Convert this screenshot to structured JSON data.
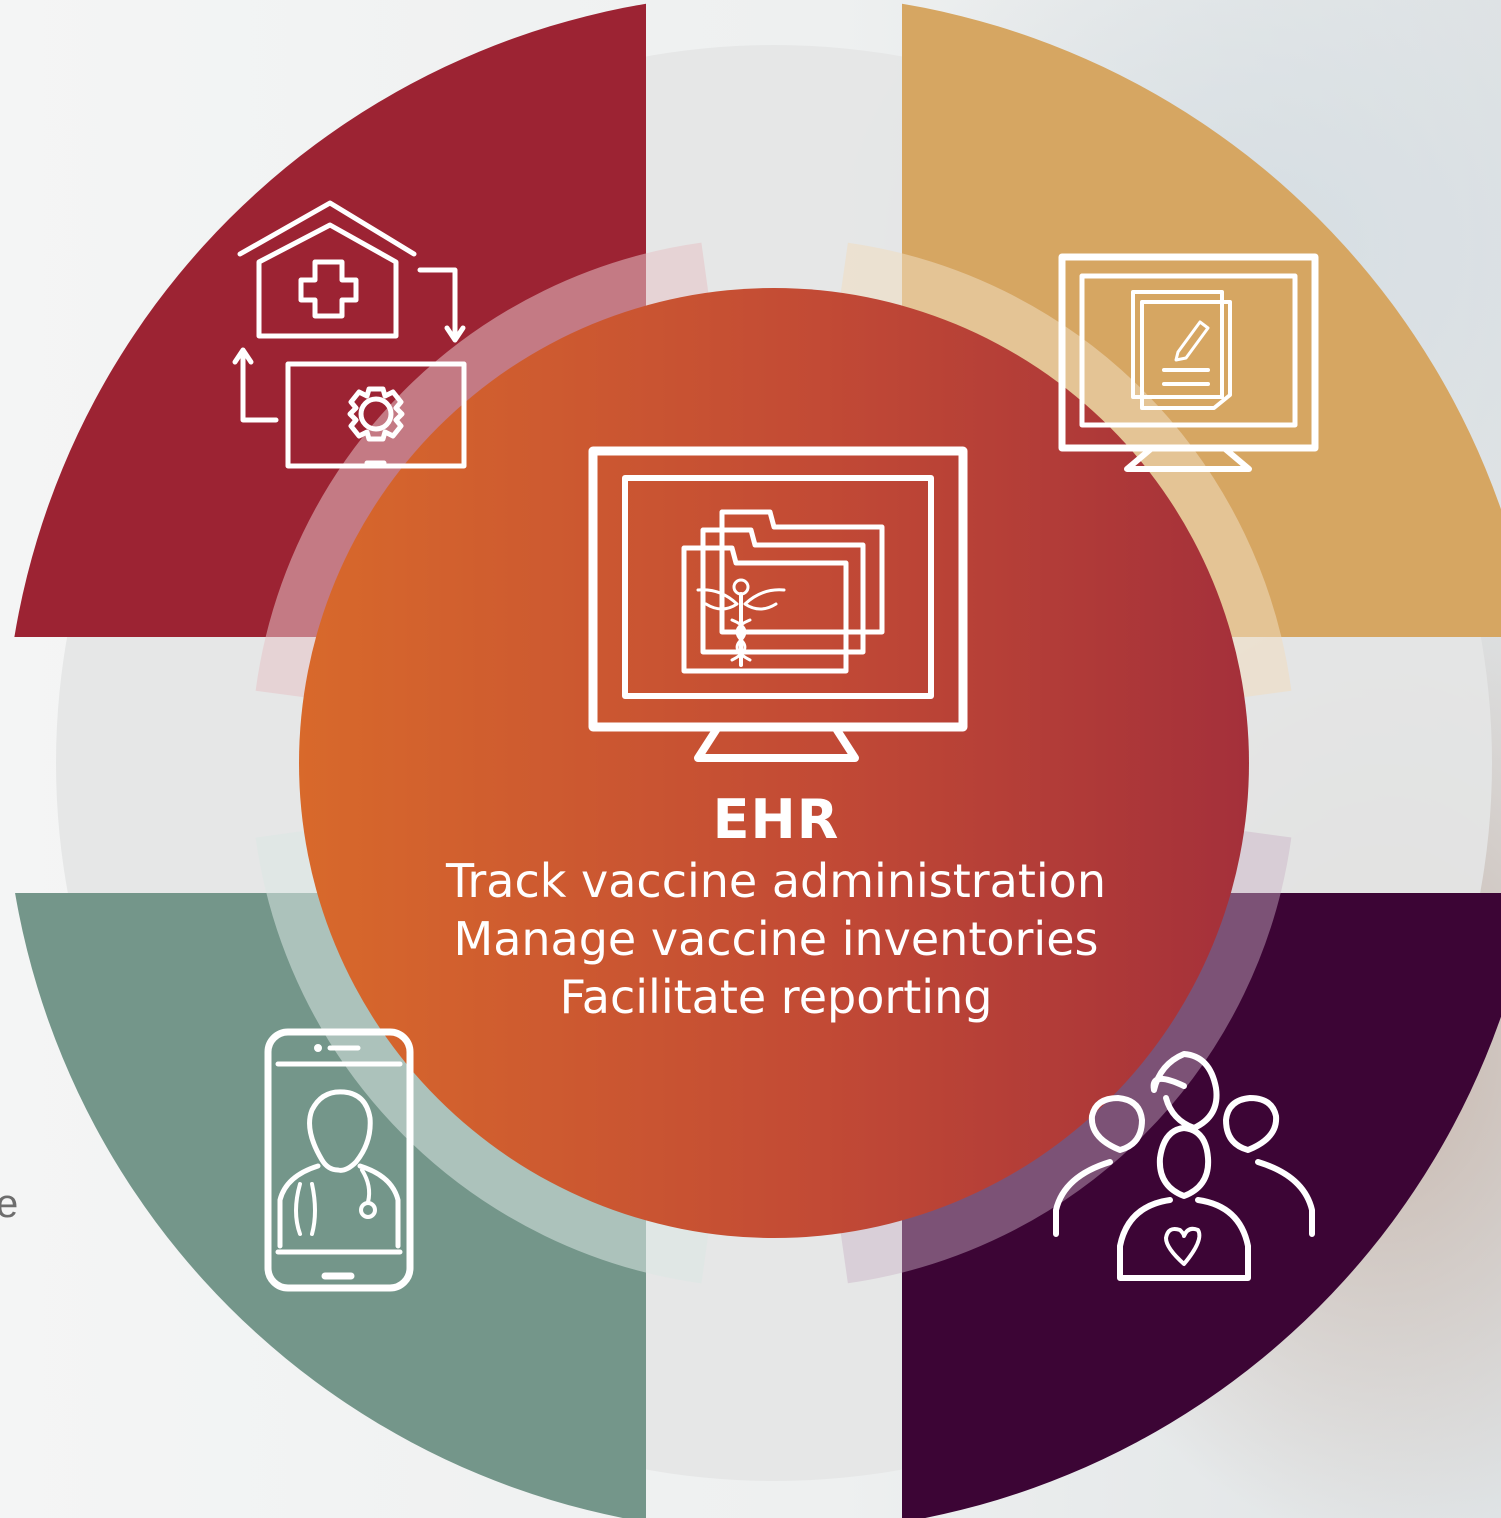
{
  "side_fragment": "e",
  "hub": {
    "title": "EHR",
    "lines": [
      "Track vaccine administration",
      "Manage vaccine inventories",
      "Facilitate reporting"
    ]
  },
  "quadrants": [
    {
      "id": "top-left",
      "icon": "hospital-workflow-icon",
      "color": "#9c2333"
    },
    {
      "id": "top-right",
      "icon": "desktop-document-icon",
      "color": "#d6a662"
    },
    {
      "id": "bottom-left",
      "icon": "telehealth-phone-icon",
      "color": "#74968a"
    },
    {
      "id": "bottom-right",
      "icon": "community-care-icon",
      "color": "#3c0535"
    }
  ],
  "colors": {
    "hub_orange": "#d8692b",
    "hub_red": "#a4303a",
    "ring_light": "#e4e6e6"
  }
}
